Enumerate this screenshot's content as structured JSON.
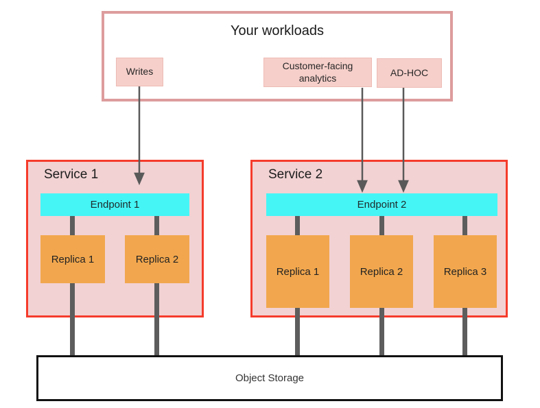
{
  "diagram_title": "Your workloads",
  "workloads": {
    "title": "Your workloads",
    "items": [
      {
        "label": "Writes"
      },
      {
        "label": "Customer-facing analytics"
      },
      {
        "label": "AD-HOC"
      }
    ]
  },
  "services": [
    {
      "name": "Service 1",
      "endpoint": "Endpoint 1",
      "replicas": [
        "Replica 1",
        "Replica 2"
      ]
    },
    {
      "name": "Service 2",
      "endpoint": "Endpoint 2",
      "replicas": [
        "Replica 1",
        "Replica 2",
        "Replica 3"
      ]
    }
  ],
  "storage": {
    "label": "Object Storage"
  },
  "colors": {
    "workloads_border": "#dd9c9c",
    "workload_item_fill": "#f6cfca",
    "service_fill": "#f2d2d3",
    "service_border": "#f53b2b",
    "endpoint_fill": "#45f5f6",
    "replica_fill": "#f2a74e",
    "connector_gray": "#5d5d5d",
    "arrow_gray": "#595959",
    "storage_border": "#111111"
  }
}
